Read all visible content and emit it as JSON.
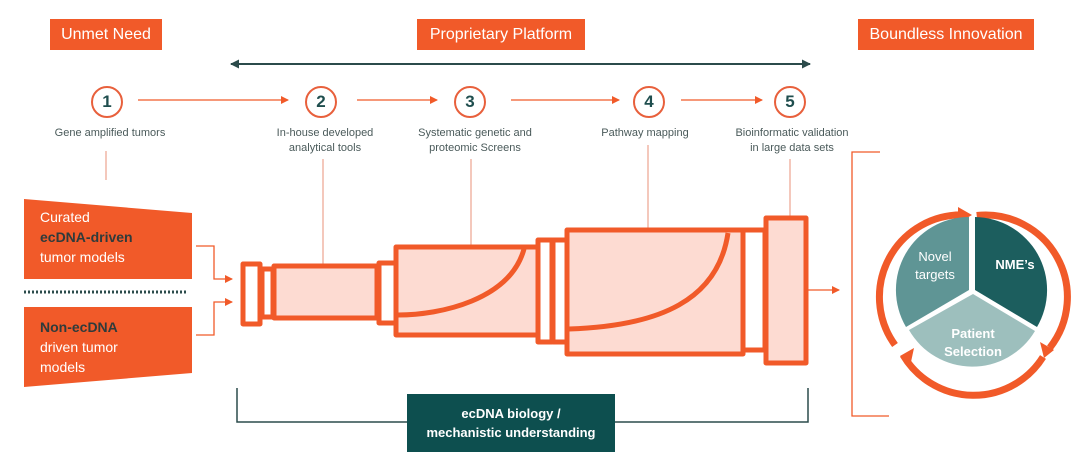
{
  "headers": {
    "unmet_need": "Unmet Need",
    "proprietary_platform": "Proprietary Platform",
    "boundless_innovation": "Boundless Innovation"
  },
  "steps": [
    {
      "number": "1",
      "label_line1": "Gene amplified tumors",
      "label_line2": ""
    },
    {
      "number": "2",
      "label_line1": "In-house developed",
      "label_line2": "analytical tools"
    },
    {
      "number": "3",
      "label_line1": "Systematic genetic and",
      "label_line2": "proteomic Screens"
    },
    {
      "number": "4",
      "label_line1": "Pathway mapping",
      "label_line2": ""
    },
    {
      "number": "5",
      "label_line1": "Bioinformatic validation",
      "label_line2": "in large data sets"
    }
  ],
  "inputs": {
    "top": {
      "line1": "Curated",
      "line2_bold": "ecDNA-driven",
      "line3": "tumor models"
    },
    "bottom": {
      "line1_bold": "Non-ecDNA",
      "line2": "driven tumor",
      "line3": "models"
    }
  },
  "cycle": {
    "segments": [
      {
        "line1": "Novel",
        "line2": "targets",
        "color": "#5f9595"
      },
      {
        "line1": "NME’s",
        "line2": "",
        "color": "#1c5e5e"
      },
      {
        "line1": "Patient",
        "line2": "Selection",
        "color": "#9dbfbd"
      }
    ],
    "ring_color": "#f15a29"
  },
  "bottom_box": {
    "line1": "ecDNA biology /",
    "line2": "mechanistic understanding"
  },
  "colors": {
    "accent_orange": "#f15a29",
    "dark_teal": "#0d4f4f",
    "telescope_fill": "#fddbd2"
  }
}
